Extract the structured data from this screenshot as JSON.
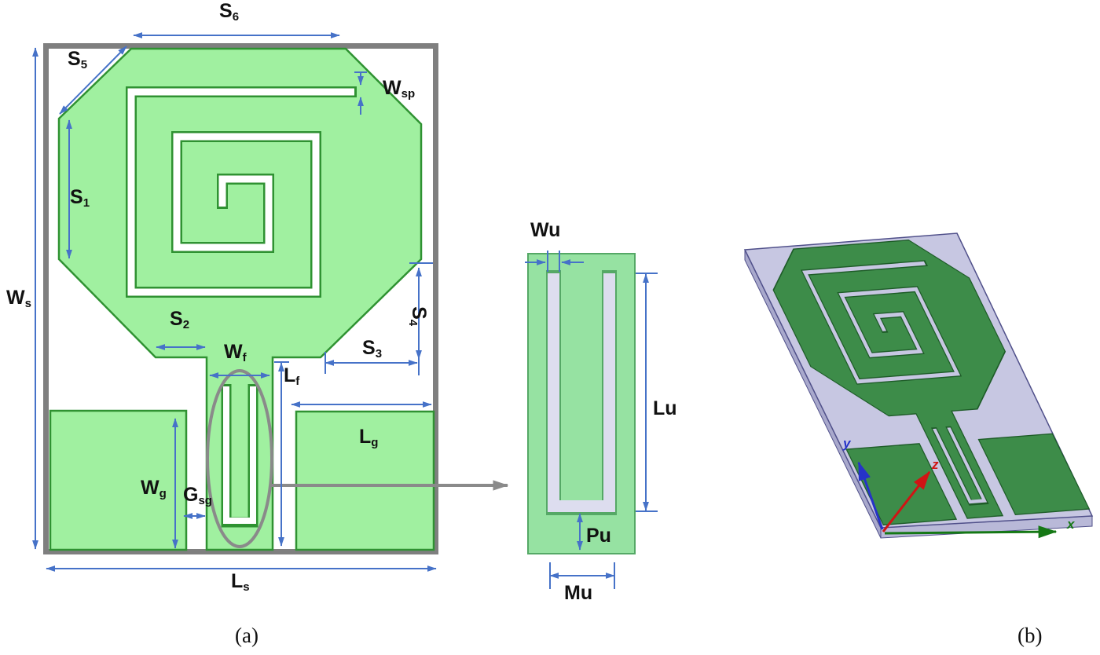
{
  "captions": {
    "a": "(a)",
    "b": "(b)"
  },
  "a_labels": {
    "Ws": {
      "base": "W",
      "sub": "s"
    },
    "S6": {
      "base": "S",
      "sub": "6"
    },
    "S5": {
      "base": "S",
      "sub": "5"
    },
    "S1": {
      "base": "S",
      "sub": "1"
    },
    "Wsp": {
      "base": "W",
      "sub": "sp"
    },
    "S2": {
      "base": "S",
      "sub": "2"
    },
    "Wf": {
      "base": "W",
      "sub": "f"
    },
    "Lf": {
      "base": "L",
      "sub": "f"
    },
    "S3": {
      "base": "S",
      "sub": "3"
    },
    "S4": {
      "base": "S",
      "sub": "4"
    },
    "Lg": {
      "base": "L",
      "sub": "g"
    },
    "Wg": {
      "base": "W",
      "sub": "g"
    },
    "Gsg": {
      "base": "G",
      "sub": "sg"
    },
    "Ls": {
      "base": "L",
      "sub": "s"
    }
  },
  "detail_labels": {
    "Wu": "Wu",
    "Lu": "Lu",
    "Pu": "Pu",
    "Mu": "Mu"
  },
  "axes": {
    "x": "x",
    "y": "y",
    "z": "z"
  },
  "colors": {
    "patch_fill_2d": "#a0f0a0",
    "patch_outline_2d": "#2f9232",
    "substrate_border_2d": "#7f7f7f",
    "dimension_blue": "#4672c8",
    "magnifier_gray": "#8a8a8a",
    "detail_fill": "#96e2a2",
    "detail_slot_lavender": "#ddddef",
    "pattern_green_3d": "#3d8c49",
    "substrate_lavender_3d": "#c7c7e2",
    "axis_x_green": "#157815",
    "axis_y_blue": "#2633c8",
    "axis_z_red": "#d01414"
  }
}
